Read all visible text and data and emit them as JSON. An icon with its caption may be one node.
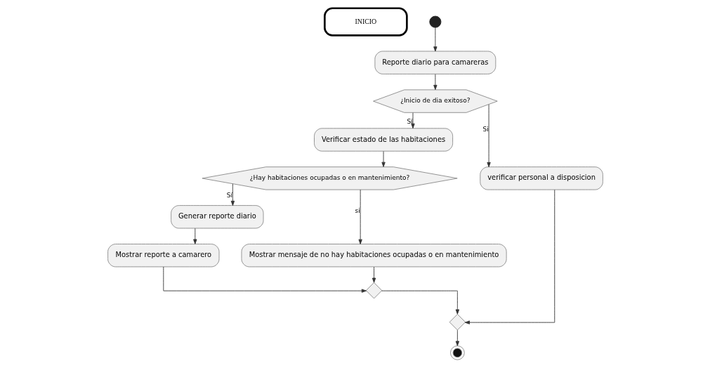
{
  "diagram": {
    "nodes": [
      {
        "text": [
          "INICIO"
        ]
      },
      {
        "text": [],
        "shape": "circle"
      },
      {
        "text": [
          "Reporte diario para camareras"
        ]
      },
      {
        "text": [
          "¿Inicio de dia exitoso?"
        ]
      },
      {
        "text": [
          "Verificar estado de las habitaciones"
        ]
      },
      {
        "text": [
          "verificar personal a disposicion"
        ]
      },
      {
        "text": [
          "¿Hay habitaciones ocupadas o en mantenimiento?"
        ]
      },
      {
        "text": [
          "Generar reporte diario"
        ]
      },
      {
        "text": [
          "Mostrar mensaje de no hay habitaciones ocupadas o en mantenimiento"
        ]
      },
      {
        "text": [
          "Mostrar reporte a camarero"
        ]
      },
      {
        "text": [],
        "shape": "diamond"
      },
      {
        "text": [],
        "shape": "diamond"
      },
      {
        "text": [],
        "shape": "circle"
      }
    ],
    "edges": [
      {
        "from": 1,
        "to": 2,
        "arrow": "to"
      },
      {
        "from": 2,
        "to": 3,
        "arrow": "to"
      },
      {
        "from": 3,
        "to": 4,
        "arrow": "to",
        "label": "Sí"
      },
      {
        "from": 3,
        "to": 5,
        "arrow": "to",
        "label": "Si"
      },
      {
        "from": 4,
        "to": 6,
        "arrow": "to"
      },
      {
        "from": 6,
        "to": 7,
        "arrow": "to",
        "label": "Sí"
      },
      {
        "from": 6,
        "to": 8,
        "arrow": "to",
        "label": "si"
      },
      {
        "from": 7,
        "to": 9,
        "arrow": "to"
      },
      {
        "from": 9,
        "to": 10,
        "arrow": "to"
      },
      {
        "from": 8,
        "to": 10,
        "arrow": "to"
      },
      {
        "from": 10,
        "to": 11,
        "arrow": "to"
      },
      {
        "from": 5,
        "to": 11,
        "arrow": "to"
      },
      {
        "from": 11,
        "to": 12,
        "arrow": "to"
      }
    ]
  }
}
